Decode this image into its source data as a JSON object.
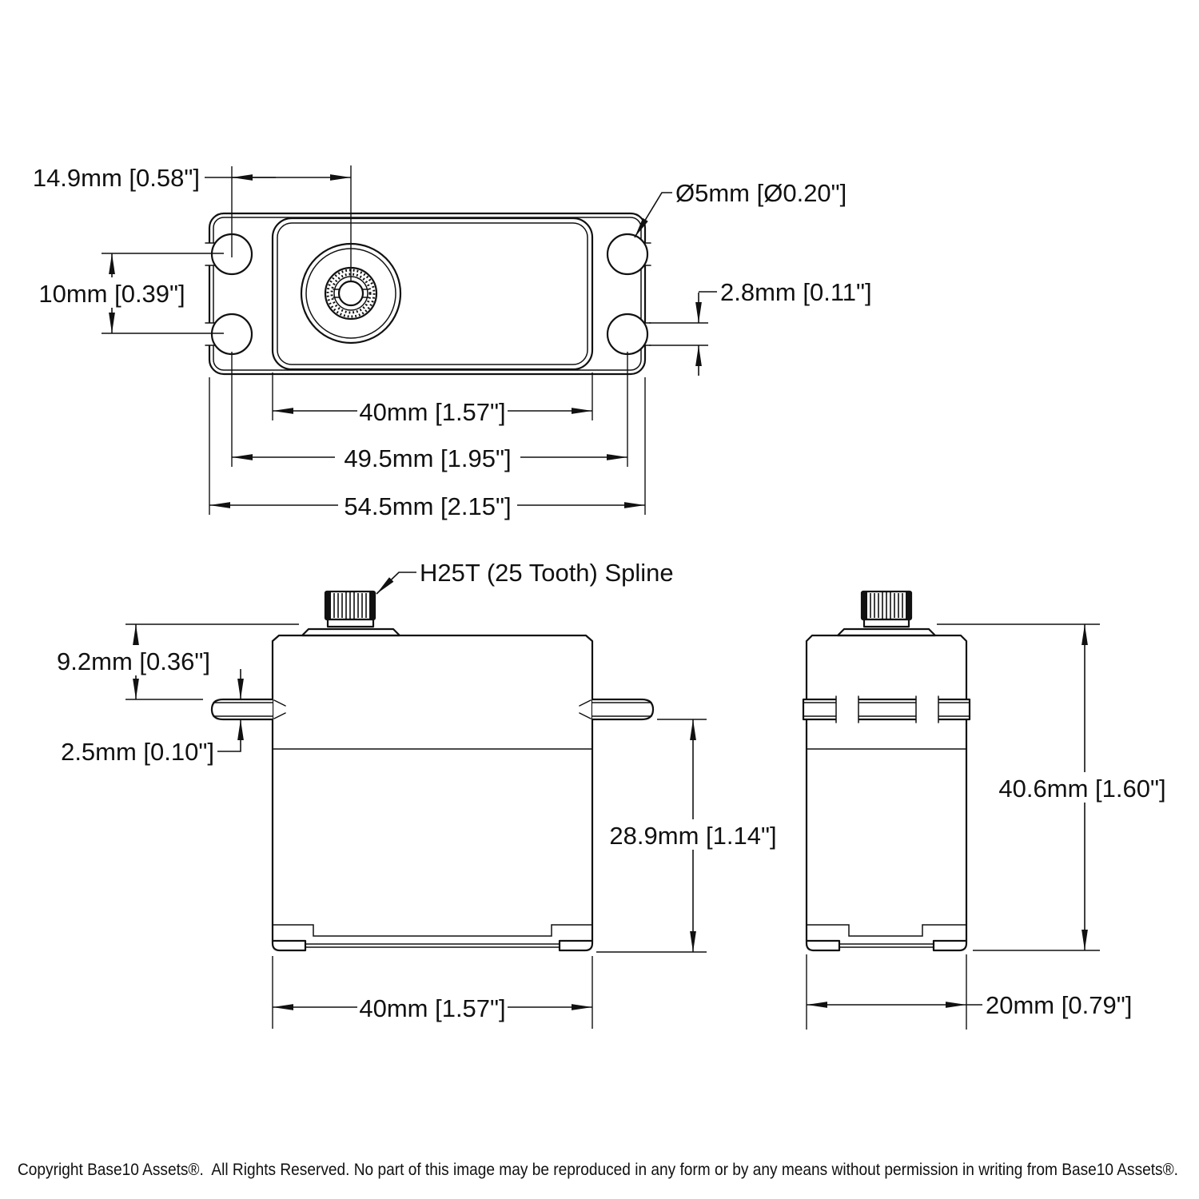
{
  "colors": {
    "line": "#111111",
    "background": "#ffffff"
  },
  "dims": {
    "top_offset": "14.9mm [0.58\"]",
    "hole_dia": "Ø5mm [Ø0.20\"]",
    "hole_spacing": "10mm [0.39\"]",
    "slot_width": "2.8mm [0.11\"]",
    "body_width_top": "40mm [1.57\"]",
    "hole_span": "49.5mm [1.95\"]",
    "overall_width": "54.5mm [2.15\"]",
    "spline_callout": "H25T (25 Tooth) Spline",
    "spline_height": "9.2mm [0.36\"]",
    "flange_thickness": "2.5mm [0.10\"]",
    "lower_body_height": "28.9mm [1.14\"]",
    "body_width_front": "40mm [1.57\"]",
    "overall_height": "40.6mm [1.60\"]",
    "body_depth": "20mm [0.79\"]"
  },
  "footer": {
    "copyright": "Copyright Base10 Assets®.  All Rights Reserved. No part of this image may be reproduced in any form or by any means without permission in writing from Base10 Assets®."
  }
}
